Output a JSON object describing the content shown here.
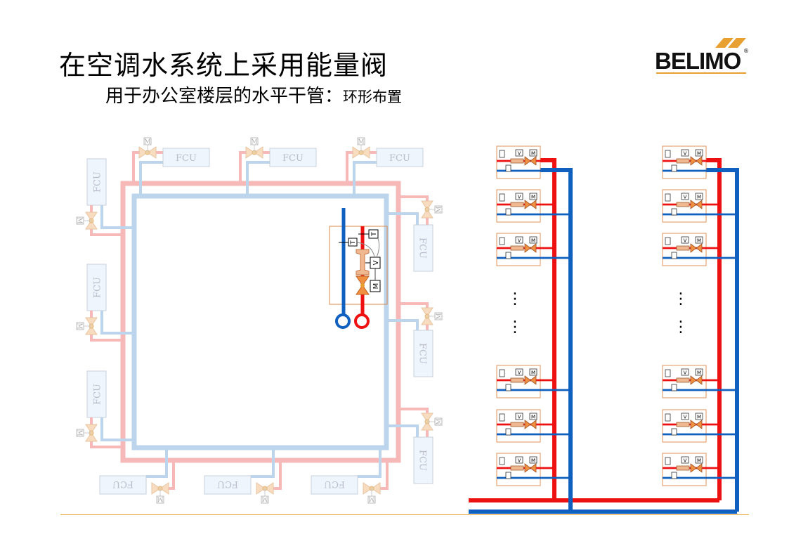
{
  "header": {
    "title": "在空调水系统上采用能量阀",
    "subtitle_main": "用于办公室楼层的水平干管：",
    "subtitle_tail": "环形布置"
  },
  "logo": {
    "brand": "BELIMO",
    "reg": "®",
    "accent": "#e8a030"
  },
  "diagram": {
    "fcu_label": "FCU",
    "actuator_label": "M",
    "valve_t_label": "T",
    "valve_v_label": "V",
    "valve_m_label": "M",
    "ellipsis": "⋮",
    "colors": {
      "supply_hot": "#ee1111",
      "return_cold": "#1060c0",
      "supply_faded": "#f7b8b8",
      "return_faded": "#bcd4ec",
      "module_border": "#e0925a"
    }
  }
}
